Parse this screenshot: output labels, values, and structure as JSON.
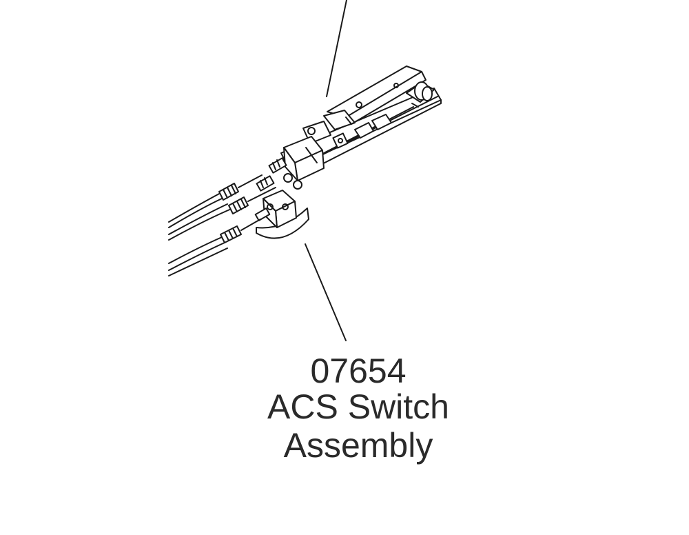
{
  "callout": {
    "part_number": "07654",
    "part_name_line1": "ACS Switch",
    "part_name_line2": "Assembly"
  },
  "style": {
    "line_color": "#1a1a1a",
    "text_color": "#2a2a2a",
    "background": "#ffffff"
  }
}
